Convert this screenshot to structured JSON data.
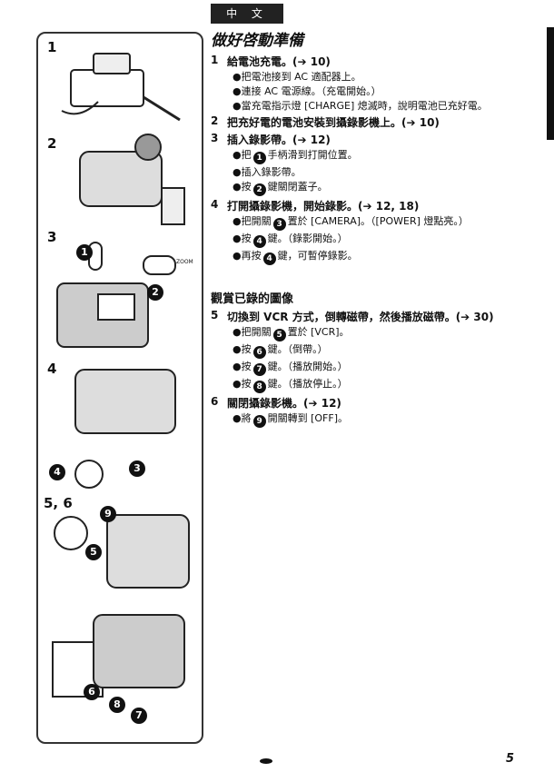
{
  "header_tab": "中 文",
  "title": "做好啓動準備",
  "figures": [
    "1",
    "2",
    "3",
    "4",
    "5, 6"
  ],
  "fig_zoom_label": "ZOOM",
  "fig_markers": [
    "1",
    "2",
    "3",
    "4",
    "5",
    "6",
    "7",
    "8",
    "9"
  ],
  "steps": [
    {
      "num": "1",
      "text": "給電池充電。(➔ 10)",
      "bullets": [
        "●把電池接到 AC 適配器上。",
        "●連接 AC 電源線。（充電開始。）",
        "●當充電指示燈 [CHARGE] 熄滅時，說明電池已充好電。"
      ]
    },
    {
      "num": "2",
      "text": "把充好電的電池安裝到攝錄影機上。(➔ 10)",
      "bullets": []
    },
    {
      "num": "3",
      "text": "插入錄影帶。(➔ 12)",
      "bullets": [
        {
          "pre": "●把",
          "mark": "1",
          "post": "手柄滑到打開位置。"
        },
        "●插入錄影帶。",
        {
          "pre": "●按",
          "mark": "2",
          "post": "鍵關閉蓋子。"
        }
      ]
    },
    {
      "num": "4",
      "text": "打開攝錄影機，開始錄影。(➔ 12, 18)",
      "bullets": [
        {
          "pre": "●把開關",
          "mark": "3",
          "post": "置於 [CAMERA]。（[POWER] 燈點亮。）"
        },
        {
          "pre": "●按",
          "mark": "4",
          "post": "鍵。（錄影開始。）"
        },
        {
          "pre": "●再按",
          "mark": "4",
          "post": "鍵，可暫停錄影。"
        }
      ]
    }
  ],
  "section2_title": "觀賞已錄的圖像",
  "steps2": [
    {
      "num": "5",
      "text": "切換到 VCR 方式，倒轉磁帶，然後播放磁帶。(➔ 30)",
      "bullets": [
        {
          "pre": "●把開關",
          "mark": "5",
          "post": "置於 [VCR]。"
        },
        {
          "pre": "●按",
          "mark": "6",
          "post": "鍵。（倒帶。）"
        },
        {
          "pre": "●按",
          "mark": "7",
          "post": "鍵。（播放開始。）"
        },
        {
          "pre": "●按",
          "mark": "8",
          "post": "鍵。（播放停止。）"
        }
      ]
    },
    {
      "num": "6",
      "text": "關閉攝錄影機。(➔ 12)",
      "bullets": [
        {
          "pre": "●將",
          "mark": "9",
          "post": "開關轉到 [OFF]。"
        }
      ]
    }
  ],
  "page_number": "5"
}
